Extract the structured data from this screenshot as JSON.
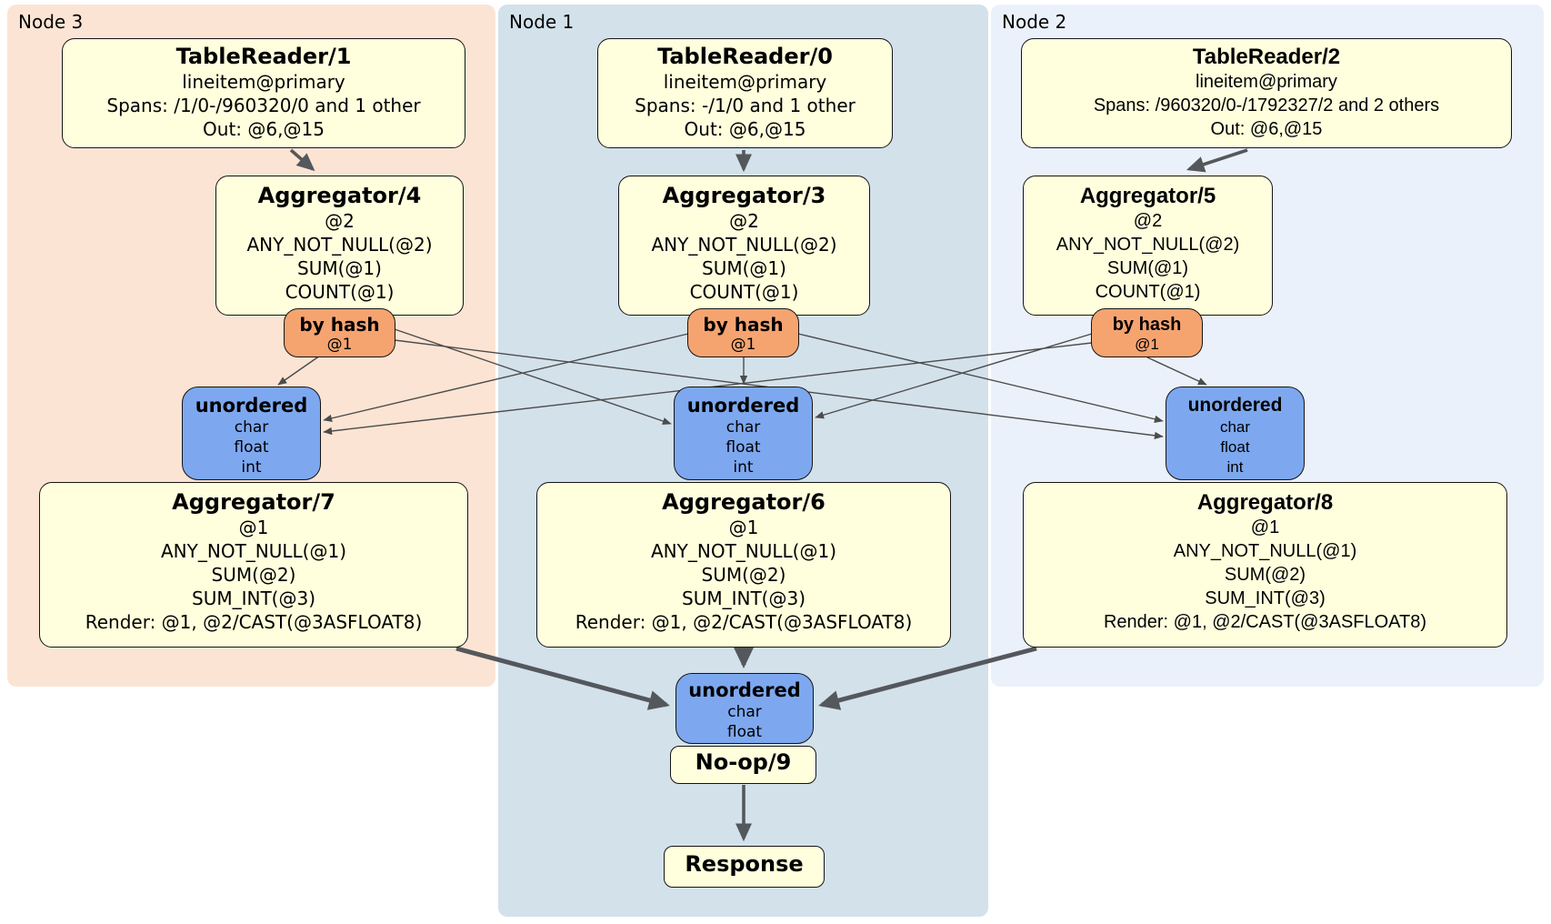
{
  "nodes": [
    {
      "label": "Node 3",
      "tablereader": {
        "title": "TableReader/1",
        "table": "lineitem@primary",
        "spans": "Spans: /1/0-/960320/0 and 1 other",
        "out": "Out: @6,@15"
      },
      "aggregator_top": {
        "title": "Aggregator/4",
        "lines": [
          "@2",
          "ANY_NOT_NULL(@2)",
          "SUM(@1)",
          "COUNT(@1)"
        ]
      },
      "router": {
        "title": "by hash",
        "key": "@1"
      },
      "sync": {
        "title": "unordered",
        "types": [
          "char",
          "float",
          "int"
        ]
      },
      "aggregator_bottom": {
        "title": "Aggregator/7",
        "lines": [
          "@1",
          "ANY_NOT_NULL(@1)",
          "SUM(@2)",
          "SUM_INT(@3)",
          "Render: @1, @2/CAST(@3ASFLOAT8)"
        ]
      }
    },
    {
      "label": "Node 1",
      "tablereader": {
        "title": "TableReader/0",
        "table": "lineitem@primary",
        "spans": "Spans: -/1/0 and 1 other",
        "out": "Out: @6,@15"
      },
      "aggregator_top": {
        "title": "Aggregator/3",
        "lines": [
          "@2",
          "ANY_NOT_NULL(@2)",
          "SUM(@1)",
          "COUNT(@1)"
        ]
      },
      "router": {
        "title": "by hash",
        "key": "@1"
      },
      "sync": {
        "title": "unordered",
        "types": [
          "char",
          "float",
          "int"
        ]
      },
      "aggregator_bottom": {
        "title": "Aggregator/6",
        "lines": [
          "@1",
          "ANY_NOT_NULL(@1)",
          "SUM(@2)",
          "SUM_INT(@3)",
          "Render: @1, @2/CAST(@3ASFLOAT8)"
        ]
      }
    },
    {
      "label": "Node 2",
      "tablereader": {
        "title": "TableReader/2",
        "table": "lineitem@primary",
        "spans": "Spans: /960320/0-/1792327/2 and 2 others",
        "out": "Out: @6,@15"
      },
      "aggregator_top": {
        "title": "Aggregator/5",
        "lines": [
          "@2",
          "ANY_NOT_NULL(@2)",
          "SUM(@1)",
          "COUNT(@1)"
        ]
      },
      "router": {
        "title": "by hash",
        "key": "@1"
      },
      "sync": {
        "title": "unordered",
        "types": [
          "char",
          "float",
          "int"
        ]
      },
      "aggregator_bottom": {
        "title": "Aggregator/8",
        "lines": [
          "@1",
          "ANY_NOT_NULL(@1)",
          "SUM(@2)",
          "SUM_INT(@3)",
          "Render: @1, @2/CAST(@3ASFLOAT8)"
        ]
      }
    }
  ],
  "sink": {
    "sync": {
      "title": "unordered",
      "types": [
        "char",
        "float"
      ]
    },
    "noop": {
      "title": "No-op/9"
    },
    "response": {
      "title": "Response"
    }
  },
  "colors": {
    "node3_panel": "#fce4d4",
    "node1_panel": "#d3e1eb",
    "node2_panel": "#ebf1fa",
    "operator_box": "#ffffde",
    "hash_router_box": "#f5a470",
    "sync_box": "#7da8f0",
    "edge": "#54585c",
    "border": "#141414"
  }
}
